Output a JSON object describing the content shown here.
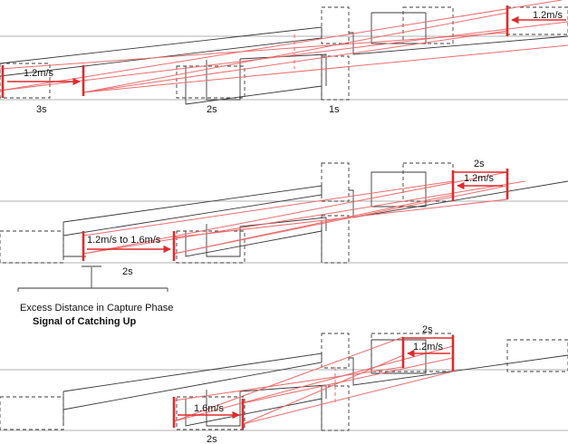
{
  "panels": [
    {
      "id": "p1",
      "speed_left": "1.2m/s",
      "speed_right": "1.2m/s",
      "time_labels": [
        "3s",
        "2s",
        "1s"
      ]
    },
    {
      "id": "p2",
      "speed_left": "1.2m/s to 1.6m/s",
      "speed_right": "1.2m/s",
      "time_top": "2s",
      "time_bottom": "2s",
      "annotation_line1": "Excess Distance in Capture Phase",
      "annotation_line2": "Signal of Catching Up"
    },
    {
      "id": "p3",
      "speed_left": "1.6m/s",
      "speed_right": "1.2m/s",
      "time_top": "2s",
      "time_bottom": "2s"
    }
  ],
  "colors": {
    "signal_red": "#e02a2a",
    "ray_pink": "#ef6b6b",
    "structure_gray": "#3a3a3a",
    "floor_gray": "#b0b0b0"
  }
}
